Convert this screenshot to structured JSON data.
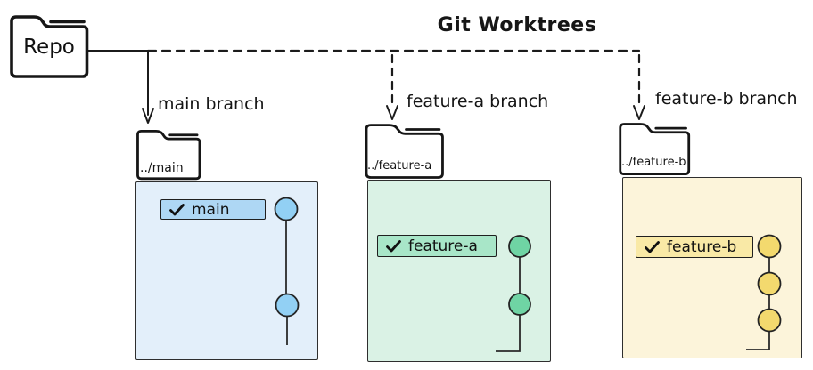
{
  "title": "Git Worktrees",
  "repo": {
    "label": "Repo"
  },
  "worktrees": [
    {
      "name": "main",
      "branch_label": "main branch",
      "folder_label": "../main",
      "badge_label": "main",
      "commit_count": 2,
      "link_style": "solid",
      "colors": {
        "panel": "#e3effa",
        "badge": "#aed7f4",
        "commit": "#92d0f4"
      }
    },
    {
      "name": "feature-a",
      "branch_label": "feature-a branch",
      "folder_label": "../feature-a",
      "badge_label": "feature-a",
      "commit_count": 2,
      "link_style": "dashed",
      "colors": {
        "panel": "#daf2e5",
        "badge": "#a8e6c8",
        "commit": "#6fd4a4"
      }
    },
    {
      "name": "feature-b",
      "branch_label": "feature-b branch",
      "folder_label": "../feature-b",
      "badge_label": "feature-b",
      "commit_count": 3,
      "link_style": "dashed",
      "colors": {
        "panel": "#fcf4da",
        "badge": "#f9e9a6",
        "commit": "#f3d96e"
      }
    }
  ]
}
